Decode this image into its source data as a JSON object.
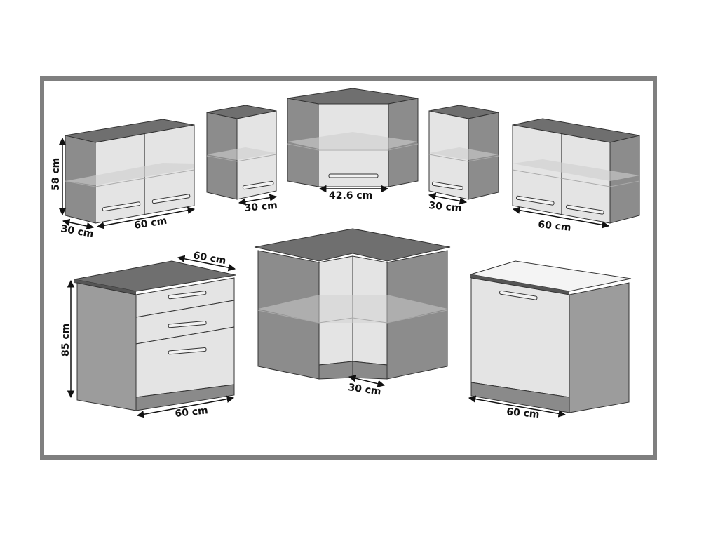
{
  "diagram": {
    "type": "kitchen-cabinet-dimensions",
    "colors": {
      "frame": "#7f7f7f",
      "carcass_dark": "#8a8a8a",
      "carcass_side": "#9c9c9c",
      "top": "#6f6f6f",
      "front": "#e4e4e4",
      "glass_shelf": "#cfcfcf",
      "outline": "#333333"
    },
    "wall_units": [
      {
        "id": "wall-double-60-left",
        "doors": 2,
        "labels": {
          "height": "58 cm",
          "depth": "30 cm",
          "width": "60 cm"
        }
      },
      {
        "id": "wall-single-30-left",
        "doors": 1,
        "labels": {
          "width": "30 cm"
        }
      },
      {
        "id": "wall-corner-angled",
        "doors": 1,
        "labels": {
          "width": "42.6 cm"
        }
      },
      {
        "id": "wall-single-30-right",
        "doors": 1,
        "labels": {
          "width": "30 cm"
        }
      },
      {
        "id": "wall-double-60-right",
        "doors": 2,
        "labels": {
          "width": "60 cm"
        }
      }
    ],
    "base_units": [
      {
        "id": "base-drawers-3",
        "drawers": 3,
        "labels": {
          "height": "85 cm",
          "depth": "60 cm",
          "width": "60 cm"
        }
      },
      {
        "id": "base-corner-open",
        "doors": 0,
        "labels": {
          "width": "30 cm"
        }
      },
      {
        "id": "base-single-door",
        "doors": 1,
        "labels": {
          "width": "60 cm"
        }
      }
    ]
  }
}
